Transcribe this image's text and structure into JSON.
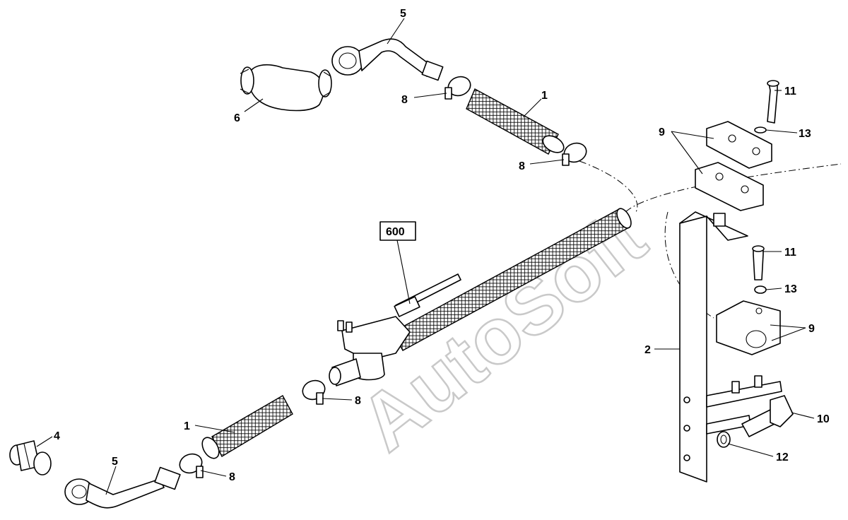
{
  "watermark": "AutoSoft",
  "reference_box": "600",
  "callouts": [
    {
      "id": "c-1-top",
      "text": "1"
    },
    {
      "id": "c-1-bottom",
      "text": "1"
    },
    {
      "id": "c-2",
      "text": "2"
    },
    {
      "id": "c-4",
      "text": "4"
    },
    {
      "id": "c-5-top",
      "text": "5"
    },
    {
      "id": "c-5-bottom",
      "text": "5"
    },
    {
      "id": "c-6",
      "text": "6"
    },
    {
      "id": "c-8-a",
      "text": "8"
    },
    {
      "id": "c-8-b",
      "text": "8"
    },
    {
      "id": "c-8-c",
      "text": "8"
    },
    {
      "id": "c-8-d",
      "text": "8"
    },
    {
      "id": "c-9-top",
      "text": "9"
    },
    {
      "id": "c-9-bottom",
      "text": "9"
    },
    {
      "id": "c-10",
      "text": "10"
    },
    {
      "id": "c-11-top",
      "text": "11"
    },
    {
      "id": "c-11-mid",
      "text": "11"
    },
    {
      "id": "c-12",
      "text": "12"
    },
    {
      "id": "c-13-top",
      "text": "13"
    },
    {
      "id": "c-13-mid",
      "text": "13"
    }
  ]
}
